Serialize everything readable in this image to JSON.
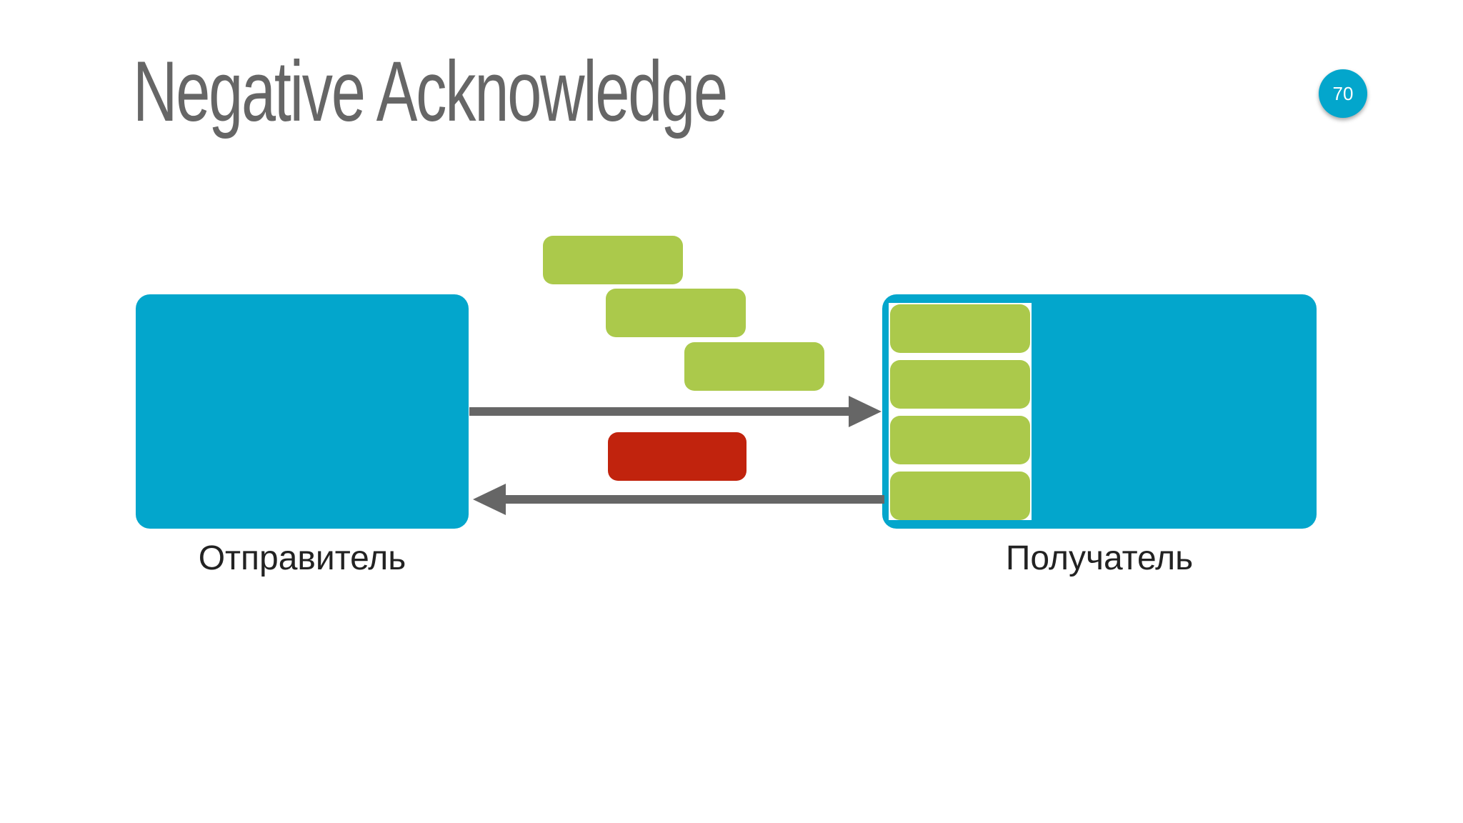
{
  "slide": {
    "title": "Negative Acknowledge",
    "page_number": "70"
  },
  "diagram": {
    "sender_label": "Отправитель",
    "receiver_label": "Получатель",
    "colors": {
      "node": "#03a6cc",
      "packet": "#abc94b",
      "nak_packet": "#c1230d",
      "arrow": "#666666",
      "title": "#666666"
    }
  }
}
